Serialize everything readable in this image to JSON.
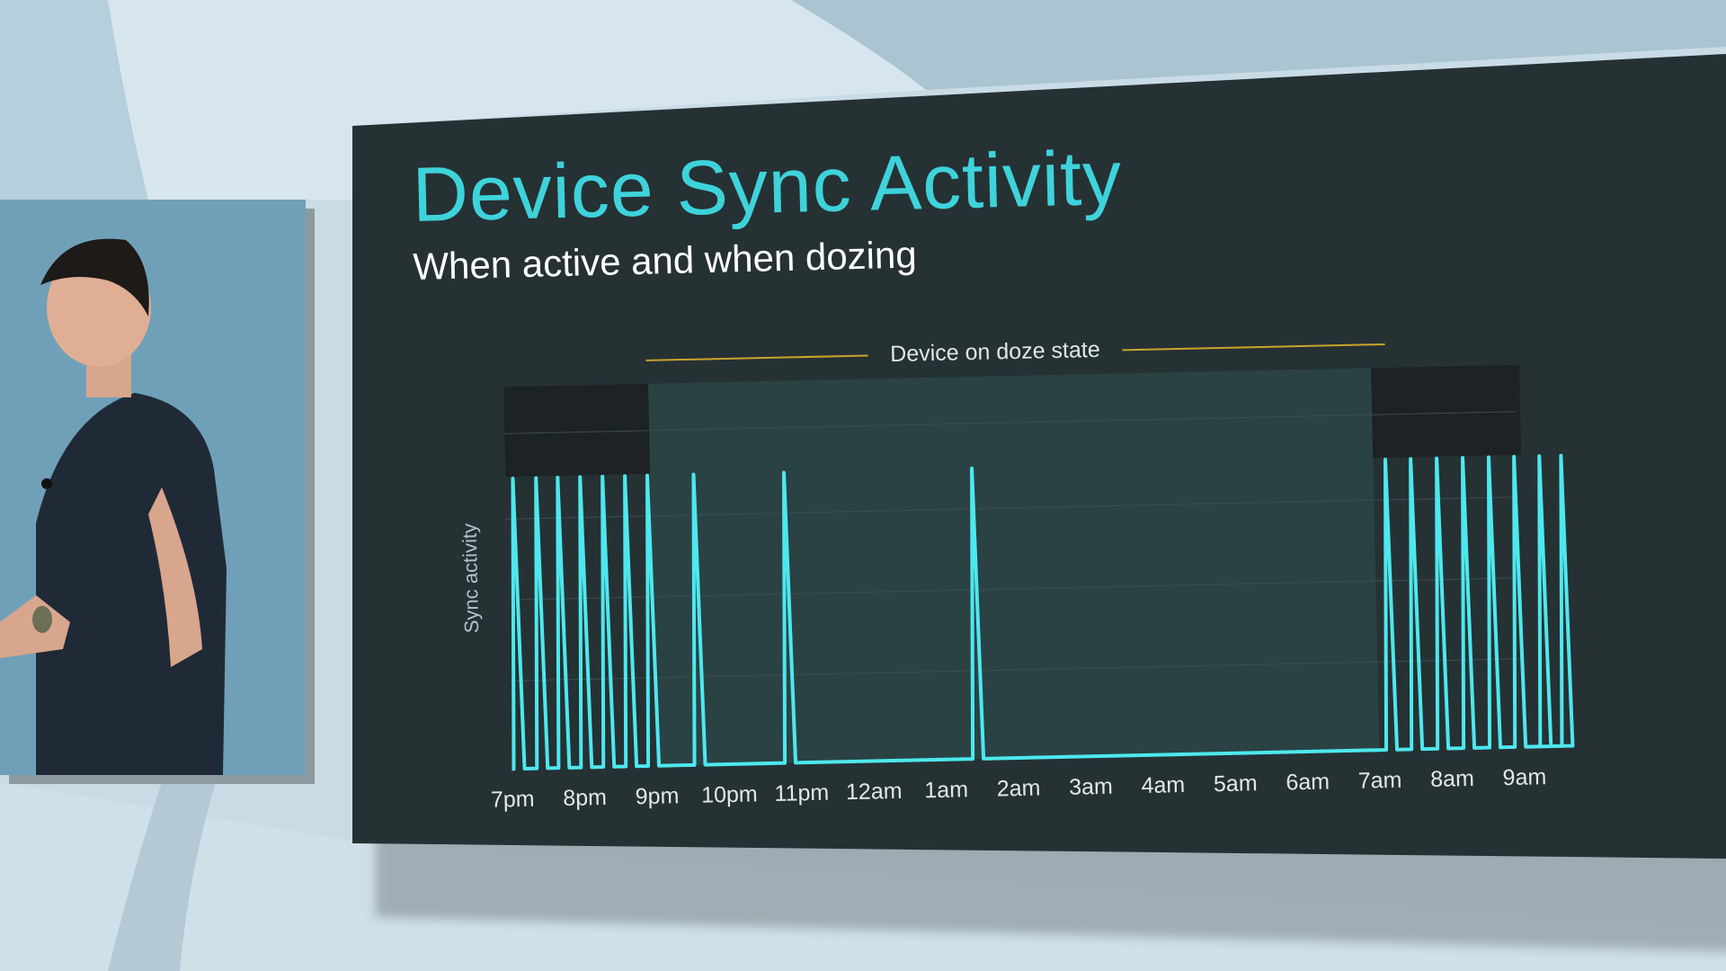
{
  "slide": {
    "title": "Device Sync Activity",
    "subtitle": "When active and when dozing"
  },
  "chart_data": {
    "type": "line",
    "title": "Device Sync Activity",
    "subtitle": "When active and when dozing",
    "ylabel": "Sync activity",
    "xlabel": "",
    "x_ticks": [
      "7pm",
      "8pm",
      "9pm",
      "10pm",
      "11pm",
      "12am",
      "1am",
      "2am",
      "3am",
      "4am",
      "5am",
      "6am",
      "7am",
      "8am",
      "9am"
    ],
    "x_range_hours": [
      0,
      14
    ],
    "y_range": [
      0,
      1
    ],
    "grid": true,
    "legend": "none",
    "annotation": {
      "text": "Device on doze state",
      "start_hour": 2.0,
      "end_hour": 12.0
    },
    "series": [
      {
        "color": "#4de8ee",
        "sync_spikes_hours": [
          0.1,
          0.42,
          0.72,
          1.03,
          1.34,
          1.65,
          1.96,
          2.6,
          3.85,
          6.45,
          12.17,
          12.52,
          12.88,
          13.24,
          13.6,
          13.95,
          14.3,
          14.6
        ]
      }
    ],
    "colors": {
      "line": "#4de8ee",
      "title": "#3ed3db",
      "doze_region": "#2b4546",
      "active_region": "#1d2224",
      "annotation_line": "#c9a52a"
    }
  }
}
